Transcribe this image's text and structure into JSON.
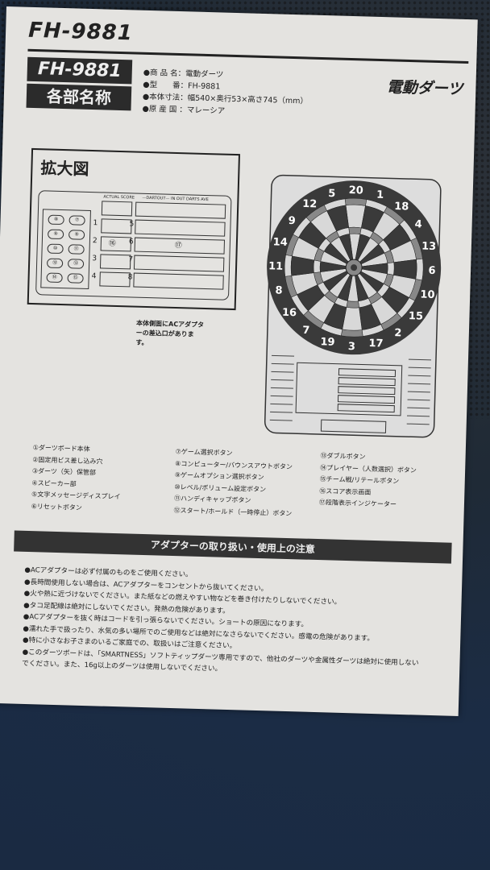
{
  "header": {
    "model": "FH-9881",
    "badge_model": "FH-9881",
    "badge_title": "各部名称",
    "product_title": "電動ダーツ"
  },
  "specs": [
    "●商 品 名：電動ダーツ",
    "●型　　番：FH-9881",
    "●本体寸法：幅540×奥行53×高さ745（mm）",
    "●原 産 国 ：マレーシア"
  ],
  "zoom_view": {
    "title": "拡大図",
    "score_label": "ACTUAL SCORE",
    "dartout_label": "—DARTOUT— IN OUT DARTS AVE",
    "button_numbers": [
      "⑧",
      "⑦",
      "⑨",
      "⑨",
      "⑩",
      "⑪",
      "⑫",
      "⑬",
      "⑭",
      "⑮"
    ],
    "display_numbers": [
      "⑯",
      "⑰"
    ],
    "row_numbers": [
      "1",
      "2",
      "3",
      "4",
      "5",
      "6",
      "7",
      "8"
    ]
  },
  "adapter_note": "本体側面にACアダプターの差込口があります。",
  "dartboard": {
    "numbers": [
      "20",
      "1",
      "18",
      "4",
      "13",
      "6",
      "10",
      "15",
      "2",
      "17",
      "3",
      "19",
      "7",
      "16",
      "8",
      "11",
      "14",
      "9",
      "12",
      "5"
    ],
    "colors": {
      "dark": "#3a3a3a",
      "light": "#d8d8d8"
    }
  },
  "parts": {
    "col1": [
      "①ダーツボード本体",
      "②固定用ビス差し込み穴",
      "③ダーツ（矢）保管部",
      "④スピーカー部",
      "⑤文字メッセージディスプレイ",
      "⑥リセットボタン"
    ],
    "col2": [
      "⑦ゲーム選択ボタン",
      "⑧コンピューター/バウンスアウトボタン",
      "⑨ゲームオプション選択ボタン",
      "⑩レベル/ボリューム設定ボタン",
      "⑪ハンディキャップボタン",
      "⑫スタート/ホールド（一時停止）ボタン"
    ],
    "col3": [
      "⑬ダブルボタン",
      "⑭プレイヤー（人数選択）ボタン",
      "⑮チーム戦/リテールボタン",
      "⑯スコア表示画面",
      "⑰段階表示インジケーター"
    ]
  },
  "caution": {
    "title": "アダプターの取り扱い・使用上の注意",
    "items": [
      "ACアダプターは必ず付属のものをご使用ください。",
      "長時間使用しない場合は、ACアダプターをコンセントから抜いてください。",
      "火や熱に近づけないでください。また紙などの燃えやすい物などを巻き付けたりしないでください。",
      "タコ足配線は絶対にしないでください。発熱の危険があります。",
      "ACアダプターを抜く時はコードを引っ張らないでください。ショートの原因になります。",
      "濡れた手で扱ったり、水気の多い場所でのご使用などは絶対になさらないでください。感電の危険があります。",
      "特に小さなお子さまのいるご家庭での、取扱いはご注意ください。",
      "このダーツボードは、「SMARTNESS」ソフトティップダーツ専用ですので、他社のダーツや金属性ダーツは絶対に使用しないでください。また、16g以上のダーツは使用しないでください。"
    ]
  }
}
